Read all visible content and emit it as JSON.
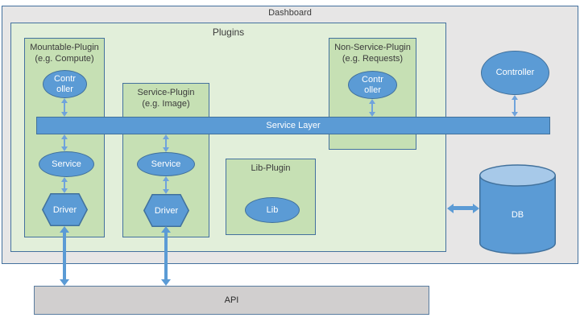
{
  "dashboard": {
    "label": "Dashboard"
  },
  "plugins": {
    "label": "Plugins"
  },
  "mountable_plugin": {
    "title": "Mountable-Plugin",
    "subtitle": "(e.g. Compute)",
    "controller": {
      "line1": "Contr",
      "line2": "oller"
    },
    "service": {
      "label": "Service"
    },
    "driver": {
      "label": "Driver"
    }
  },
  "service_plugin": {
    "title": "Service-Plugin",
    "subtitle": "(e.g. Image)",
    "service": {
      "label": "Service"
    },
    "driver": {
      "label": "Driver"
    }
  },
  "non_service_plugin": {
    "title": "Non-Service-Plugin",
    "subtitle": "(e.g. Requests)",
    "controller": {
      "line1": "Contr",
      "line2": "oller"
    }
  },
  "lib_plugin": {
    "title": "Lib-Plugin",
    "lib": {
      "label": "Lib"
    }
  },
  "service_layer": {
    "label": "Service Layer"
  },
  "external": {
    "controller": {
      "label": "Controller"
    },
    "db": {
      "label": "DB"
    }
  },
  "api": {
    "label": "API"
  },
  "colors": {
    "shape_blue": "#5b9bd5",
    "shape_blue_border": "#41719c",
    "container_green_light": "#e2efda",
    "plugin_green": "#c6e0b4",
    "dashboard_gray": "#e7e6e6",
    "api_gray": "#d1cfcf",
    "arrow_blue_light": "#6fa3dc",
    "db_top_blue": "#a7c9e9",
    "text_dark": "#3b3b3b"
  }
}
